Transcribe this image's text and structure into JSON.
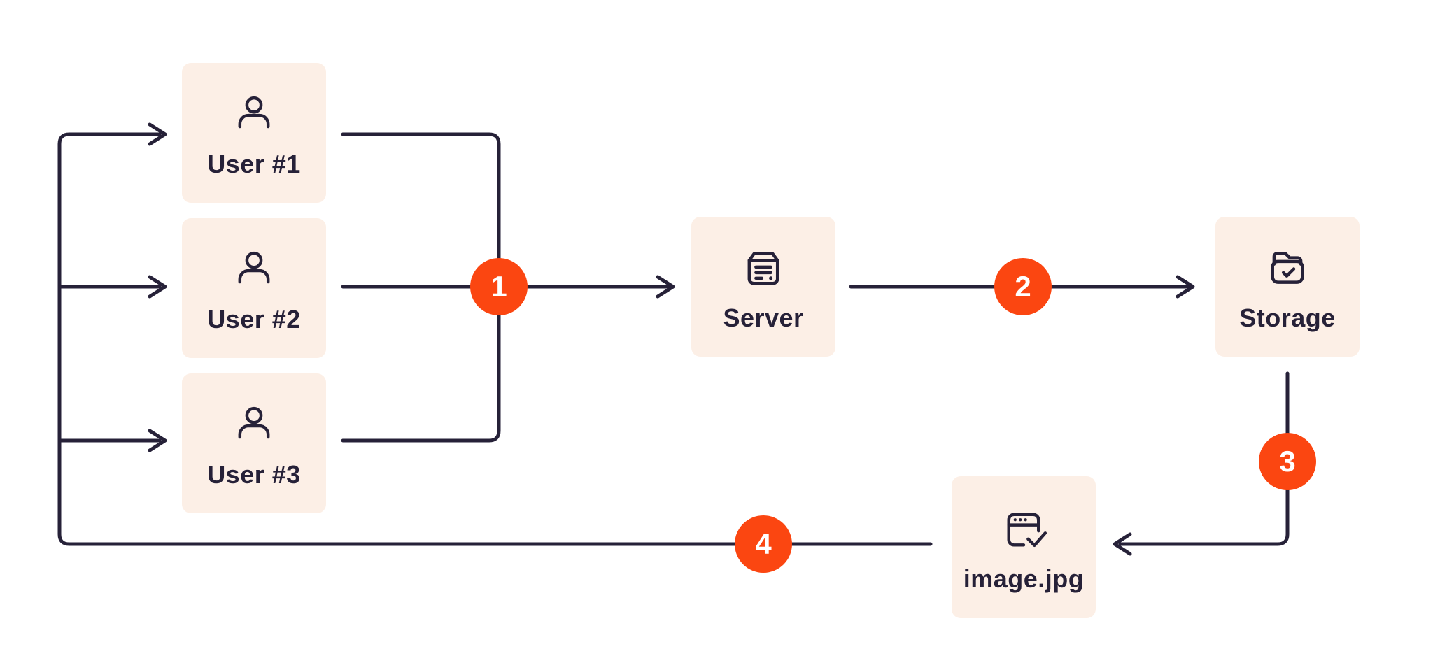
{
  "diagram": {
    "colors": {
      "accent": "#fb4611",
      "node_fill": "#fcefe6",
      "line": "#262138",
      "label_text": "#262138",
      "badge_text": "#ffffff",
      "background": "#ffffff"
    },
    "nodes": [
      {
        "id": "user-1",
        "label": "User #1",
        "icon": "user-icon"
      },
      {
        "id": "user-2",
        "label": "User #2",
        "icon": "user-icon"
      },
      {
        "id": "user-3",
        "label": "User #3",
        "icon": "user-icon"
      },
      {
        "id": "server",
        "label": "Server",
        "icon": "server-icon"
      },
      {
        "id": "storage",
        "label": "Storage",
        "icon": "folder-check-icon"
      },
      {
        "id": "image-file",
        "label": "image.jpg",
        "icon": "browser-check-icon"
      }
    ],
    "steps": [
      {
        "number": "1"
      },
      {
        "number": "2"
      },
      {
        "number": "3"
      },
      {
        "number": "4"
      }
    ]
  }
}
